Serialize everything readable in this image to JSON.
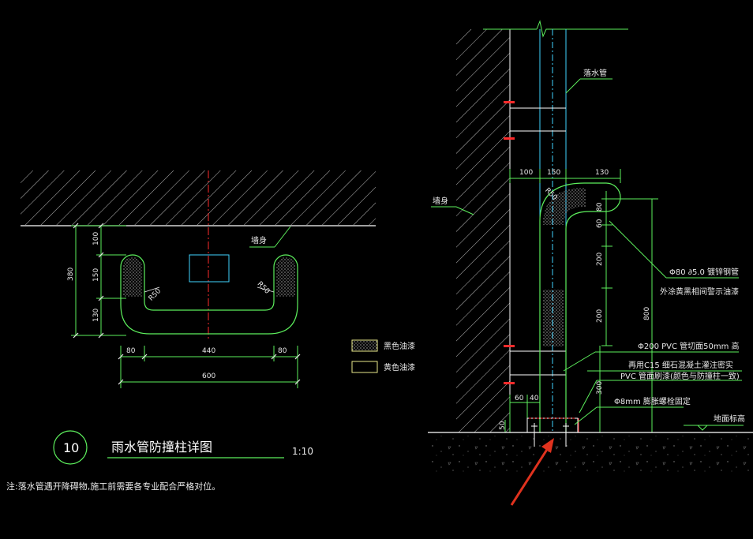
{
  "drawing": {
    "plan": {
      "wall_label": "墙身",
      "dims_vertical": [
        "100",
        "150",
        "130"
      ],
      "dim_total_vertical": "380",
      "dims_horizontal": [
        "80",
        "440",
        "80"
      ],
      "dim_total_horizontal": "600",
      "radius_left": "R50",
      "radius_right": "R50"
    },
    "legend": [
      {
        "label": "黑色油漆"
      },
      {
        "label": "黄色油漆"
      }
    ],
    "title_block": {
      "number": "10",
      "title": "雨水管防撞柱详图",
      "scale": "1:10"
    },
    "note": "注:落水管遇开降碍物,施工前需要各专业配合严格对位。",
    "section": {
      "downpipe_label": "落水管",
      "wall_label": "墙身",
      "dims_top": [
        "100",
        "150",
        "130"
      ],
      "radius": "R50",
      "dims_right_stack": [
        "80",
        "60",
        "200",
        "200"
      ],
      "dim_total_right": "800",
      "dim_300": "300",
      "dims_bottom": [
        "60",
        "40"
      ],
      "dim_50": "50",
      "annotation_pipe": "Φ80 ∂5.0   镀锌钢管",
      "annotation_paint": "外涂黄黑相间警示油漆",
      "annotation_pvc": "Φ200 PVC   管切面50mm   高",
      "annotation_concrete": "再用C15  细石混凝土灌注密实",
      "annotation_pvc_paint": "PVC  管面刷漆(颜色与防撞柱一致)",
      "annotation_bolt": "Φ8mm    膨胀螺栓固定",
      "annotation_ground": "地面标高"
    }
  }
}
